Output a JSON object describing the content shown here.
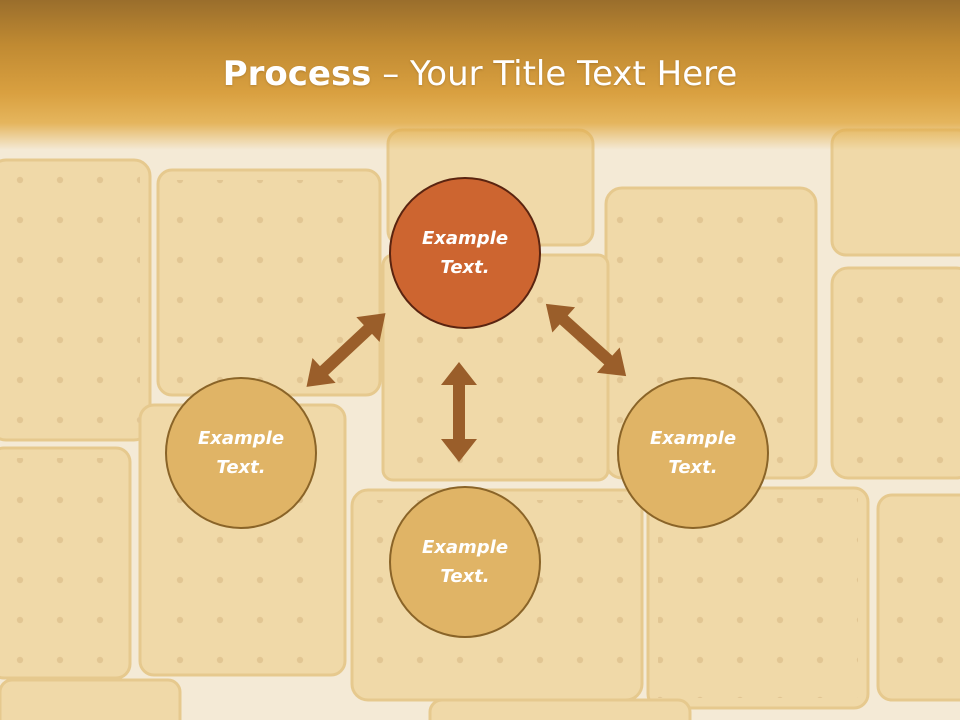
{
  "slide": {
    "title_bold": "Process",
    "title_rest": " – Your Title Text Here",
    "nodes": {
      "top": "Example\nText.",
      "left": "Example\nText.",
      "bottom": "Example\nText.",
      "right": "Example\nText."
    }
  },
  "colors": {
    "header": "#d9a040",
    "node_primary": "#cd6530",
    "node_secondary": "#e0b466",
    "arrow": "#9a5e2a"
  },
  "icons": [
    "double-arrow-icon"
  ]
}
